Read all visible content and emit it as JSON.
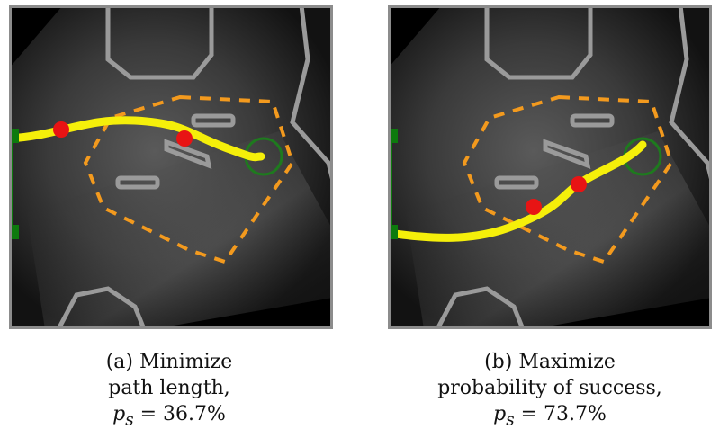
{
  "figure": {
    "panels": [
      {
        "caption": {
          "line1": "(a) Minimize",
          "line2": "path length,",
          "metric_var": "p",
          "metric_sub": "s",
          "metric_value": " = 36.7%"
        }
      },
      {
        "caption": {
          "line1": "(b) Maximize",
          "line2": "probability of success,",
          "metric_var": "p",
          "metric_sub": "s",
          "metric_value": " = 73.7%"
        }
      }
    ],
    "colors": {
      "path": "#f5ef0a",
      "waypoint": "#e81414",
      "target_region": "#f39a1e",
      "obstacle": "#9a9a9a",
      "goal": "#1e7a1e",
      "insertion_marker": "#0d7a0d",
      "frame": "#8c8c8c",
      "background": "#000000"
    }
  }
}
